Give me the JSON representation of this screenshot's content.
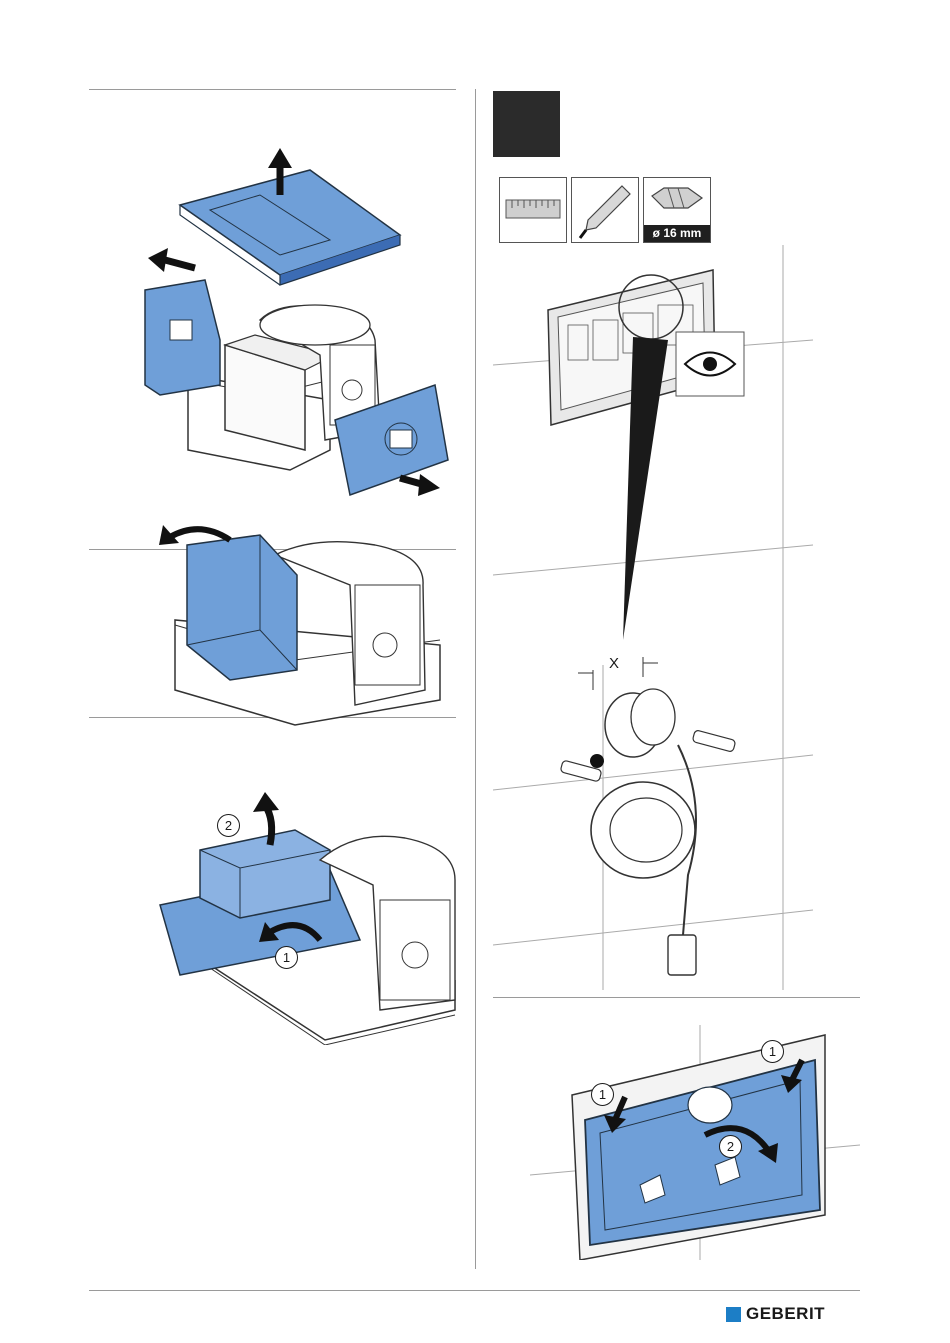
{
  "drill_label": "ø 16 mm",
  "dimension_label": "X",
  "callouts": {
    "remove_sheet_top_step": "2",
    "remove_sheet_bottom_step": "1",
    "plate_press_left": "1",
    "plate_press_right": "1",
    "plate_remove": "2"
  },
  "brand": "GEBERIT",
  "colors": {
    "protective_blue": "#6f9fd8",
    "protective_blue_dark": "#3c6cb4",
    "step_block": "#2b2b2b",
    "brand_blue": "#1c7ec6"
  },
  "icons": [
    "ruler-icon",
    "pencil-icon",
    "drill-bit-icon",
    "eye-icon",
    "arrow-icon"
  ]
}
